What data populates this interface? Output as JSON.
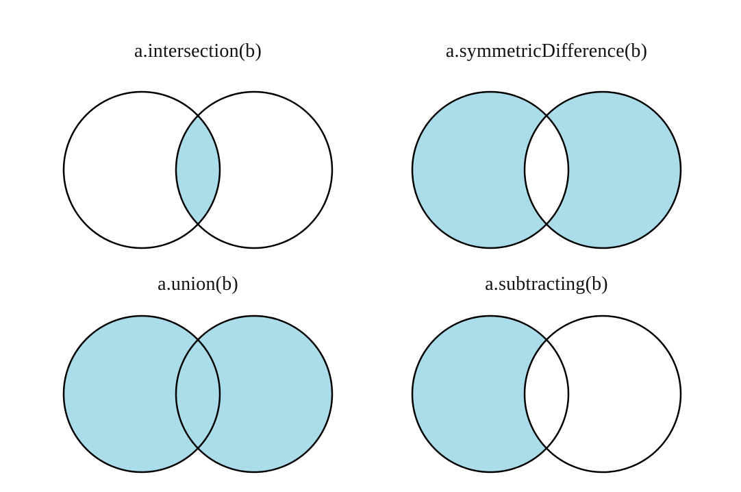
{
  "page": {
    "background": "#ffffff"
  },
  "colors": {
    "fill": "#AADCE9",
    "unfilled": "#FFFFFF",
    "stroke": "#000000",
    "label_text": "#111111"
  },
  "figures": [
    {
      "label": "a.intersection(b)",
      "operation": "intersection",
      "filled_regions": [
        "a-intersect-b"
      ]
    },
    {
      "label": "a.symmetricDifference(b)",
      "operation": "symmetricDifference",
      "filled_regions": [
        "a-only",
        "b-only"
      ]
    },
    {
      "label": "a.union(b)",
      "operation": "union",
      "filled_regions": [
        "a-only",
        "a-intersect-b",
        "b-only"
      ]
    },
    {
      "label": "a.subtracting(b)",
      "operation": "subtracting",
      "filled_regions": [
        "a-only"
      ]
    }
  ]
}
